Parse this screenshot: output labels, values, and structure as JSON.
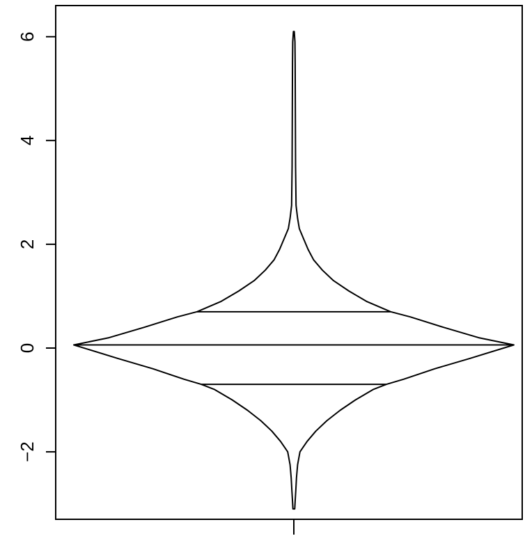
{
  "chart_data": {
    "type": "bean",
    "title": "",
    "xlabel": "",
    "ylabel": "",
    "ylim": [
      -3.3,
      6.6
    ],
    "yticks": [
      -2,
      0,
      2,
      4,
      6
    ],
    "ytick_labels": [
      "−2",
      "0",
      "2",
      "4",
      "6"
    ],
    "x_categories": [
      ""
    ],
    "median_line": 0.06,
    "quartile_lines": [
      -0.7,
      0.7
    ],
    "data_min": -3.1,
    "data_max": 6.1,
    "density_profile": [
      {
        "y": -3.1,
        "w": 0.004
      },
      {
        "y": -2.95,
        "w": 0.006
      },
      {
        "y": -2.75,
        "w": 0.009
      },
      {
        "y": -2.5,
        "w": 0.012
      },
      {
        "y": -2.25,
        "w": 0.017
      },
      {
        "y": -2.0,
        "w": 0.028
      },
      {
        "y": -1.8,
        "w": 0.06
      },
      {
        "y": -1.6,
        "w": 0.1
      },
      {
        "y": -1.4,
        "w": 0.15
      },
      {
        "y": -1.2,
        "w": 0.21
      },
      {
        "y": -1.0,
        "w": 0.28
      },
      {
        "y": -0.8,
        "w": 0.36
      },
      {
        "y": -0.7,
        "w": 0.42
      },
      {
        "y": -0.6,
        "w": 0.5
      },
      {
        "y": -0.4,
        "w": 0.64
      },
      {
        "y": -0.2,
        "w": 0.8
      },
      {
        "y": 0.06,
        "w": 1.0
      },
      {
        "y": 0.2,
        "w": 0.84
      },
      {
        "y": 0.4,
        "w": 0.68
      },
      {
        "y": 0.6,
        "w": 0.53
      },
      {
        "y": 0.7,
        "w": 0.44
      },
      {
        "y": 0.9,
        "w": 0.33
      },
      {
        "y": 1.1,
        "w": 0.25
      },
      {
        "y": 1.3,
        "w": 0.18
      },
      {
        "y": 1.5,
        "w": 0.13
      },
      {
        "y": 1.7,
        "w": 0.09
      },
      {
        "y": 1.9,
        "w": 0.065
      },
      {
        "y": 2.1,
        "w": 0.045
      },
      {
        "y": 2.3,
        "w": 0.025
      },
      {
        "y": 2.5,
        "w": 0.017
      },
      {
        "y": 2.75,
        "w": 0.01
      },
      {
        "y": 3.5,
        "w": 0.008
      },
      {
        "y": 4.5,
        "w": 0.007
      },
      {
        "y": 5.5,
        "w": 0.006
      },
      {
        "y": 5.9,
        "w": 0.005
      },
      {
        "y": 6.1,
        "w": 0.002
      }
    ]
  }
}
